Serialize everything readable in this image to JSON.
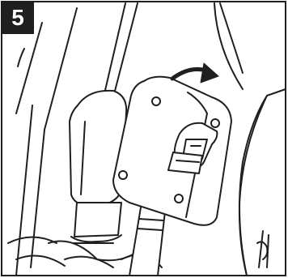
{
  "step": {
    "number": "5"
  },
  "illustration": {
    "subject": "car-seat-shoulder-strap-adjustment",
    "arrow_direction": "right",
    "colors": {
      "line": "#1f1f1f",
      "fill": "#ffffff",
      "badge": "#1f1f1f"
    }
  }
}
